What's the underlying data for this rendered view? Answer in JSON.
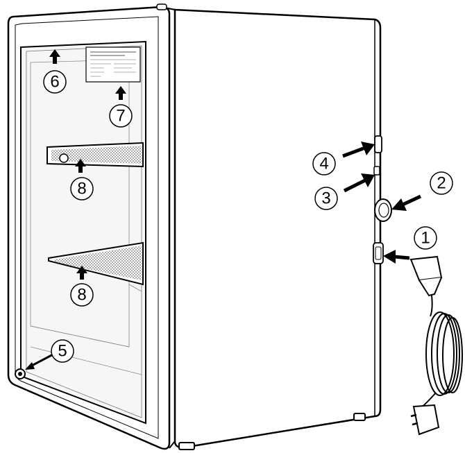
{
  "diagram": {
    "callouts": [
      {
        "label": "1",
        "part": "power-cable"
      },
      {
        "label": "2",
        "part": "temperature-dial"
      },
      {
        "label": "3",
        "part": "hinge"
      },
      {
        "label": "4",
        "part": "door-handle"
      },
      {
        "label": "5",
        "part": "door-lock"
      },
      {
        "label": "6",
        "part": "interior-light"
      },
      {
        "label": "7",
        "part": "rating-plate"
      },
      {
        "label": "8",
        "part": "upper-shelf"
      },
      {
        "label": "8",
        "part": "lower-shelf"
      }
    ]
  }
}
